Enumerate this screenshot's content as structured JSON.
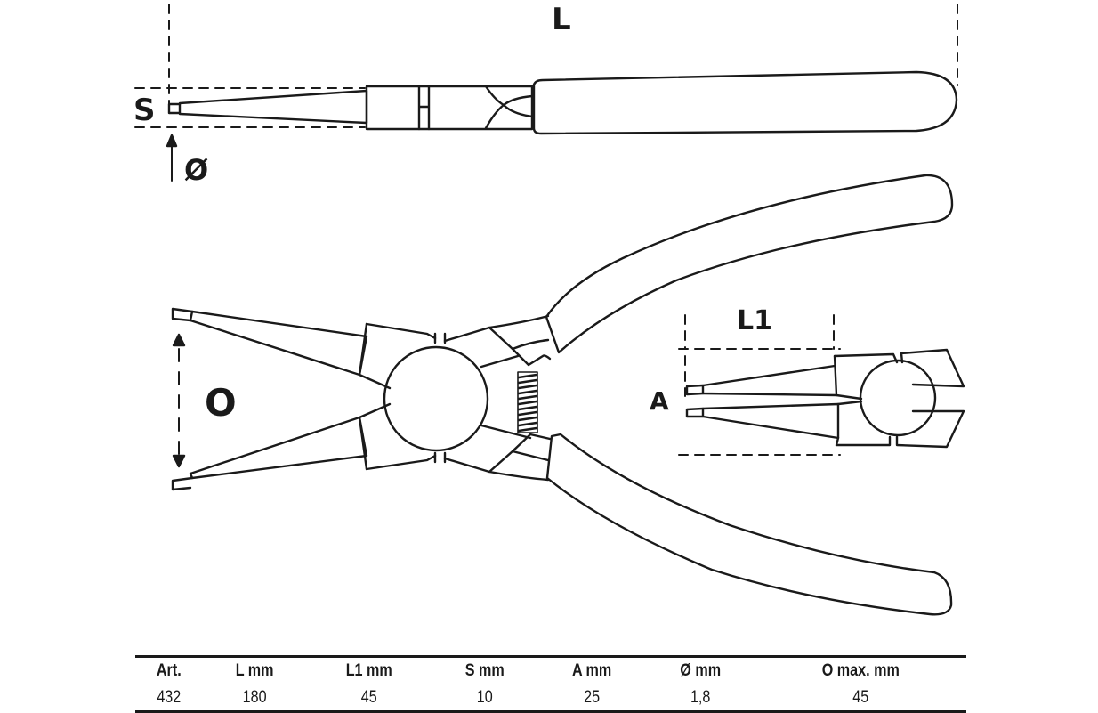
{
  "drawing": {
    "title": "Circlip pliers, internal, straight — dimension drawing",
    "labels": {
      "length": "L",
      "tip_length": "L1",
      "tip_thickness": "S",
      "tip_diameter": "Ø",
      "opening": "O",
      "tip_spread": "A"
    },
    "line_color": "#1a1a1a"
  },
  "spec_table": {
    "headers": [
      "Art.",
      "L  mm",
      "L1  mm",
      "S  mm",
      "A  mm",
      "Ø  mm",
      "O  max. mm"
    ],
    "rows": [
      [
        "432",
        "180",
        "45",
        "10",
        "25",
        "1,8",
        "45"
      ]
    ]
  }
}
